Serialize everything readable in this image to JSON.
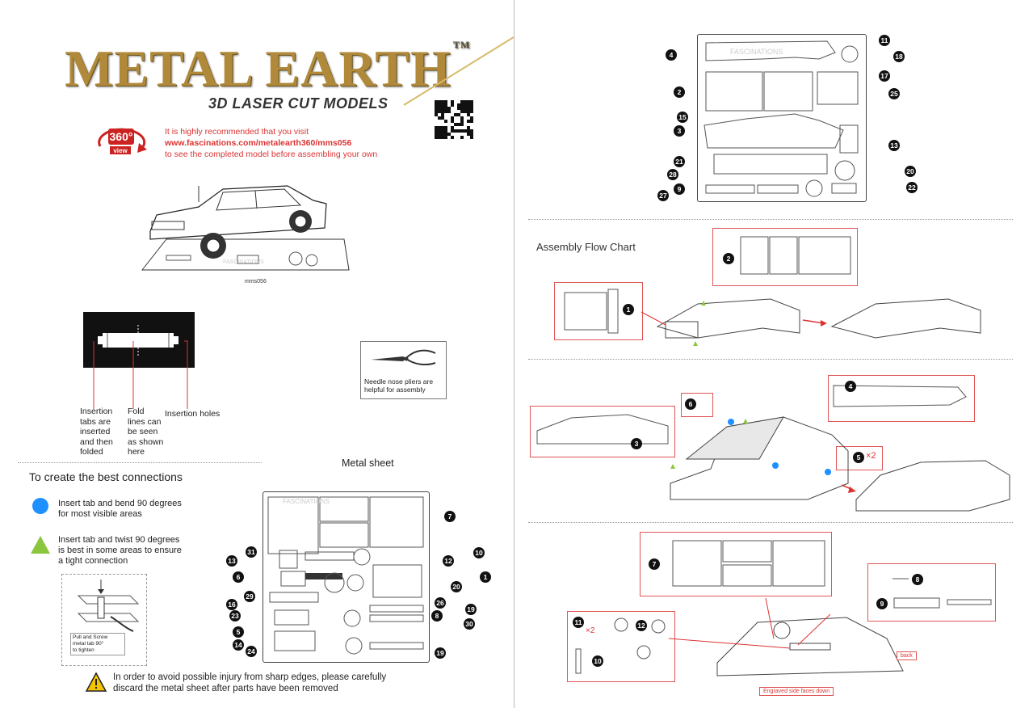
{
  "brand": {
    "title": "METAL EARTH",
    "trademark": "TM",
    "subtitle": "3D LASER CUT MODELS"
  },
  "recommend": {
    "line1": "It is highly recommended that you visit",
    "url": "www.fascinations.com/metalearth360/mms056",
    "line3": "to see the completed model before assembling your own",
    "badge": "360°",
    "badge_sub": "view"
  },
  "model_code": "mms056",
  "labels": {
    "insertion_tabs": [
      "Insertion",
      "tabs are",
      "inserted",
      "and then",
      "folded"
    ],
    "fold_lines": [
      "Fold",
      "lines can",
      "be seen",
      "as shown",
      "here"
    ],
    "insertion_holes": "Insertion holes"
  },
  "pliers": {
    "note": [
      "Needle nose pliers are",
      "helpful for assembly"
    ]
  },
  "connections": {
    "title": "To create the best connections",
    "blue": [
      "Insert tab and bend 90 degrees",
      "for most visible areas"
    ],
    "green": [
      "Insert tab and twist 90 degrees",
      "is best in some areas to ensure",
      "a tight connection"
    ],
    "demo_caption": [
      "Pull and Screw",
      "metal tab 90°",
      "to tighten"
    ]
  },
  "metal_sheet_title": "Metal sheet",
  "warning": [
    "In order to avoid possible injury from sharp edges, please carefully",
    "discard the metal sheet after parts have been removed"
  ],
  "flow_title": "Assembly Flow Chart",
  "watermark": "FASCINATIONS",
  "sheet_left_numbers": [
    "7",
    "31",
    "13",
    "6",
    "29",
    "16",
    "23",
    "5",
    "14",
    "24",
    "12",
    "10",
    "1",
    "20",
    "26",
    "19",
    "8",
    "30",
    "19"
  ],
  "sheet_right_numbers": [
    "4",
    "2",
    "15",
    "3",
    "21",
    "28",
    "9",
    "27",
    "11",
    "18",
    "17",
    "25",
    "13",
    "20",
    "22"
  ],
  "step_numbers": {
    "s1": [
      "1",
      "2"
    ],
    "s2": [
      "6",
      "3",
      "4",
      "5"
    ],
    "s3": [
      "7",
      "8",
      "9",
      "11",
      "12",
      "10"
    ]
  },
  "step_texts": {
    "x2a": "×2",
    "x2b": "×2",
    "back": "back",
    "engraved": "Engraved side faces down"
  },
  "colors": {
    "accent_red": "#e05555",
    "blue": "#1e90ff",
    "green": "#8cc63f",
    "gold": "#b08a3a"
  }
}
